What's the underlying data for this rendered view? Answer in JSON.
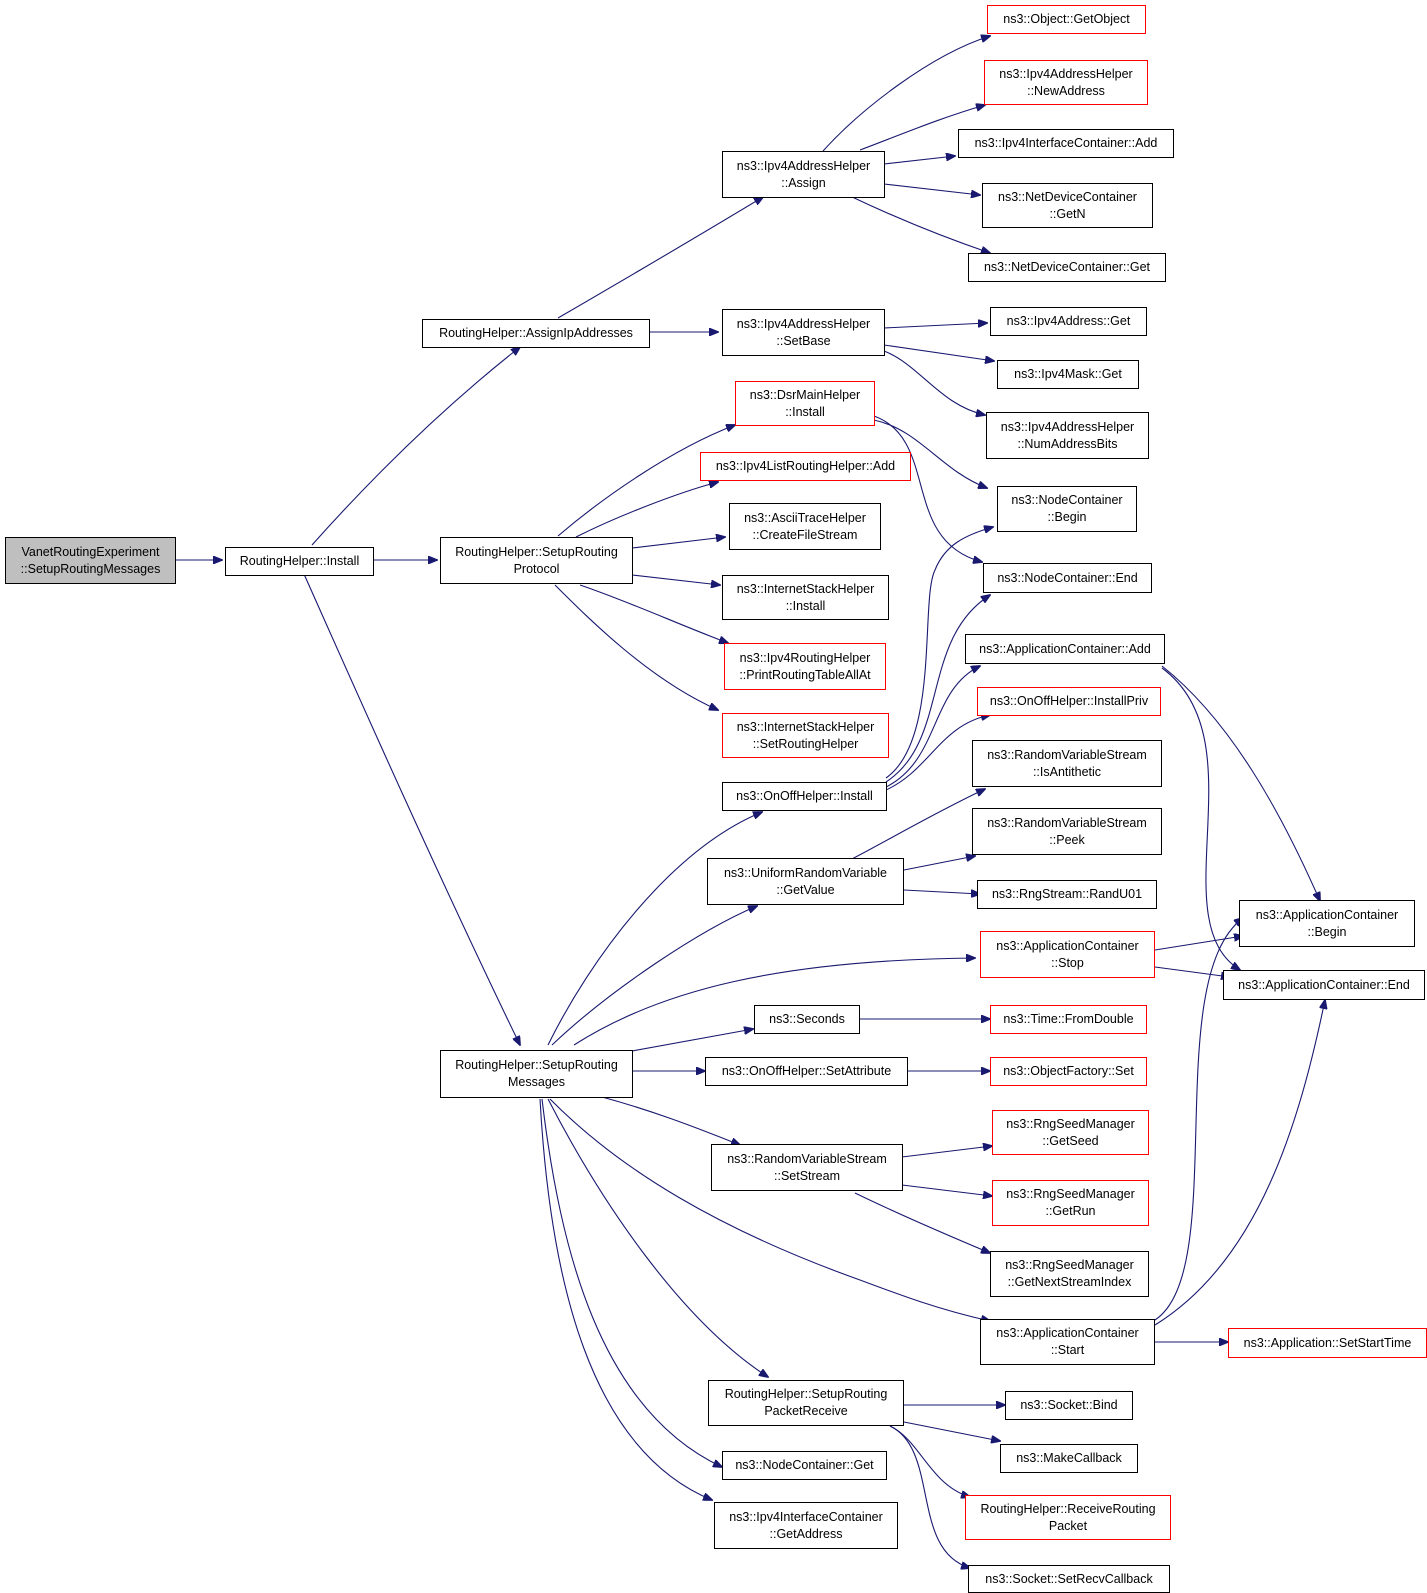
{
  "colors": {
    "edge": "#191970",
    "border": "#000000",
    "border_incomplete": "#ff0000",
    "root_fill": "#bfbfbf",
    "background": "#ffffff"
  },
  "nodes": [
    {
      "id": "root",
      "lines": [
        "VanetRoutingExperiment",
        "::SetupRoutingMessages"
      ]
    },
    {
      "id": "rh_install",
      "lines": [
        "RoutingHelper::Install"
      ]
    },
    {
      "id": "rh_assign",
      "lines": [
        "RoutingHelper::AssignIpAddresses"
      ]
    },
    {
      "id": "rh_setup_proto",
      "lines": [
        "RoutingHelper::SetupRouting",
        "Protocol"
      ]
    },
    {
      "id": "rh_setup_msg",
      "lines": [
        "RoutingHelper::SetupRouting",
        "Messages"
      ]
    },
    {
      "id": "ipv4ah_assign",
      "lines": [
        "ns3::Ipv4AddressHelper",
        "::Assign"
      ]
    },
    {
      "id": "ipv4ah_setbase",
      "lines": [
        "ns3::Ipv4AddressHelper",
        "::SetBase"
      ]
    },
    {
      "id": "obj_getobject",
      "lines": [
        "ns3::Object::GetObject"
      ]
    },
    {
      "id": "ipv4ah_newaddr",
      "lines": [
        "ns3::Ipv4AddressHelper",
        "::NewAddress"
      ]
    },
    {
      "id": "ipv4ic_add",
      "lines": [
        "ns3::Ipv4InterfaceContainer::Add"
      ]
    },
    {
      "id": "ndc_getn",
      "lines": [
        "ns3::NetDeviceContainer",
        "::GetN"
      ]
    },
    {
      "id": "ndc_get",
      "lines": [
        "ns3::NetDeviceContainer::Get"
      ]
    },
    {
      "id": "ipv4addr_get",
      "lines": [
        "ns3::Ipv4Address::Get"
      ]
    },
    {
      "id": "ipv4mask_get",
      "lines": [
        "ns3::Ipv4Mask::Get"
      ]
    },
    {
      "id": "ipv4ah_numbits",
      "lines": [
        "ns3::Ipv4AddressHelper",
        "::NumAddressBits"
      ]
    },
    {
      "id": "dsr_install",
      "lines": [
        "ns3::DsrMainHelper",
        "::Install"
      ]
    },
    {
      "id": "ipv4list_add",
      "lines": [
        "ns3::Ipv4ListRoutingHelper::Add"
      ]
    },
    {
      "id": "ascii_create",
      "lines": [
        "ns3::AsciiTraceHelper",
        "::CreateFileStream"
      ]
    },
    {
      "id": "ish_install",
      "lines": [
        "ns3::InternetStackHelper",
        "::Install"
      ]
    },
    {
      "id": "ipv4rh_print",
      "lines": [
        "ns3::Ipv4RoutingHelper",
        "::PrintRoutingTableAllAt"
      ]
    },
    {
      "id": "ish_setrouting",
      "lines": [
        "ns3::InternetStackHelper",
        "::SetRoutingHelper"
      ]
    },
    {
      "id": "nc_begin",
      "lines": [
        "ns3::NodeContainer",
        "::Begin"
      ]
    },
    {
      "id": "nc_end",
      "lines": [
        "ns3::NodeContainer::End"
      ]
    },
    {
      "id": "ac_add",
      "lines": [
        "ns3::ApplicationContainer::Add"
      ]
    },
    {
      "id": "onoff_installpriv",
      "lines": [
        "ns3::OnOffHelper::InstallPriv"
      ]
    },
    {
      "id": "onoff_install",
      "lines": [
        "ns3::OnOffHelper::Install"
      ]
    },
    {
      "id": "rvs_isanti",
      "lines": [
        "ns3::RandomVariableStream",
        "::IsAntithetic"
      ]
    },
    {
      "id": "rvs_peek",
      "lines": [
        "ns3::RandomVariableStream",
        "::Peek"
      ]
    },
    {
      "id": "urv_getvalue",
      "lines": [
        "ns3::UniformRandomVariable",
        "::GetValue"
      ]
    },
    {
      "id": "rng_randu01",
      "lines": [
        "ns3::RngStream::RandU01"
      ]
    },
    {
      "id": "ac_begin",
      "lines": [
        "ns3::ApplicationContainer",
        "::Begin"
      ]
    },
    {
      "id": "ac_stop",
      "lines": [
        "ns3::ApplicationContainer",
        "::Stop"
      ]
    },
    {
      "id": "ac_end",
      "lines": [
        "ns3::ApplicationContainer::End"
      ]
    },
    {
      "id": "seconds",
      "lines": [
        "ns3::Seconds"
      ]
    },
    {
      "id": "time_fromdouble",
      "lines": [
        "ns3::Time::FromDouble"
      ]
    },
    {
      "id": "onoff_setattr",
      "lines": [
        "ns3::OnOffHelper::SetAttribute"
      ]
    },
    {
      "id": "of_set",
      "lines": [
        "ns3::ObjectFactory::Set"
      ]
    },
    {
      "id": "rsm_getseed",
      "lines": [
        "ns3::RngSeedManager",
        "::GetSeed"
      ]
    },
    {
      "id": "rvs_setstream",
      "lines": [
        "ns3::RandomVariableStream",
        "::SetStream"
      ]
    },
    {
      "id": "rsm_getrun",
      "lines": [
        "ns3::RngSeedManager",
        "::GetRun"
      ]
    },
    {
      "id": "rsm_nextstream",
      "lines": [
        "ns3::RngSeedManager",
        "::GetNextStreamIndex"
      ]
    },
    {
      "id": "ac_start",
      "lines": [
        "ns3::ApplicationContainer",
        "::Start"
      ]
    },
    {
      "id": "app_setstart",
      "lines": [
        "ns3::Application::SetStartTime"
      ]
    },
    {
      "id": "rh_packetrecv",
      "lines": [
        "RoutingHelper::SetupRouting",
        "PacketReceive"
      ]
    },
    {
      "id": "sock_bind",
      "lines": [
        "ns3::Socket::Bind"
      ]
    },
    {
      "id": "make_callback",
      "lines": [
        "ns3::MakeCallback"
      ]
    },
    {
      "id": "rh_recvpacket",
      "lines": [
        "RoutingHelper::ReceiveRouting",
        "Packet"
      ]
    },
    {
      "id": "sock_setrecv",
      "lines": [
        "ns3::Socket::SetRecvCallback"
      ]
    },
    {
      "id": "nc_get",
      "lines": [
        "ns3::NodeContainer::Get"
      ]
    },
    {
      "id": "ipv4ic_getaddr",
      "lines": [
        "ns3::Ipv4InterfaceContainer",
        "::GetAddress"
      ]
    }
  ],
  "edges": [
    [
      "root",
      "rh_install"
    ],
    [
      "rh_install",
      "rh_assign"
    ],
    [
      "rh_install",
      "rh_setup_proto"
    ],
    [
      "rh_install",
      "rh_setup_msg"
    ],
    [
      "rh_assign",
      "ipv4ah_assign"
    ],
    [
      "rh_assign",
      "ipv4ah_setbase"
    ],
    [
      "ipv4ah_assign",
      "obj_getobject"
    ],
    [
      "ipv4ah_assign",
      "ipv4ah_newaddr"
    ],
    [
      "ipv4ah_assign",
      "ipv4ic_add"
    ],
    [
      "ipv4ah_assign",
      "ndc_getn"
    ],
    [
      "ipv4ah_assign",
      "ndc_get"
    ],
    [
      "ipv4ah_setbase",
      "ipv4addr_get"
    ],
    [
      "ipv4ah_setbase",
      "ipv4mask_get"
    ],
    [
      "ipv4ah_setbase",
      "ipv4ah_numbits"
    ],
    [
      "rh_setup_proto",
      "dsr_install"
    ],
    [
      "rh_setup_proto",
      "ipv4list_add"
    ],
    [
      "rh_setup_proto",
      "ascii_create"
    ],
    [
      "rh_setup_proto",
      "ish_install"
    ],
    [
      "rh_setup_proto",
      "ipv4rh_print"
    ],
    [
      "rh_setup_proto",
      "ish_setrouting"
    ],
    [
      "dsr_install",
      "nc_begin"
    ],
    [
      "dsr_install",
      "nc_end"
    ],
    [
      "onoff_install",
      "nc_begin"
    ],
    [
      "onoff_install",
      "nc_end"
    ],
    [
      "onoff_install",
      "ac_add"
    ],
    [
      "onoff_install",
      "onoff_installpriv"
    ],
    [
      "rh_setup_msg",
      "onoff_install"
    ],
    [
      "rh_setup_msg",
      "urv_getvalue"
    ],
    [
      "rh_setup_msg",
      "ac_stop"
    ],
    [
      "rh_setup_msg",
      "seconds"
    ],
    [
      "rh_setup_msg",
      "onoff_setattr"
    ],
    [
      "rh_setup_msg",
      "rvs_setstream"
    ],
    [
      "rh_setup_msg",
      "ac_start"
    ],
    [
      "rh_setup_msg",
      "rh_packetrecv"
    ],
    [
      "rh_setup_msg",
      "nc_get"
    ],
    [
      "rh_setup_msg",
      "ipv4ic_getaddr"
    ],
    [
      "urv_getvalue",
      "rvs_isanti"
    ],
    [
      "urv_getvalue",
      "rvs_peek"
    ],
    [
      "urv_getvalue",
      "rng_randu01"
    ],
    [
      "ac_add",
      "ac_begin"
    ],
    [
      "ac_add",
      "ac_end"
    ],
    [
      "ac_stop",
      "ac_begin"
    ],
    [
      "ac_stop",
      "ac_end"
    ],
    [
      "seconds",
      "time_fromdouble"
    ],
    [
      "onoff_setattr",
      "of_set"
    ],
    [
      "rvs_setstream",
      "rsm_getseed"
    ],
    [
      "rvs_setstream",
      "rsm_getrun"
    ],
    [
      "rvs_setstream",
      "rsm_nextstream"
    ],
    [
      "ac_start",
      "ac_begin"
    ],
    [
      "ac_start",
      "ac_end"
    ],
    [
      "ac_start",
      "app_setstart"
    ],
    [
      "rh_packetrecv",
      "sock_bind"
    ],
    [
      "rh_packetrecv",
      "make_callback"
    ],
    [
      "rh_packetrecv",
      "rh_recvpacket"
    ],
    [
      "rh_packetrecv",
      "sock_setrecv"
    ]
  ]
}
